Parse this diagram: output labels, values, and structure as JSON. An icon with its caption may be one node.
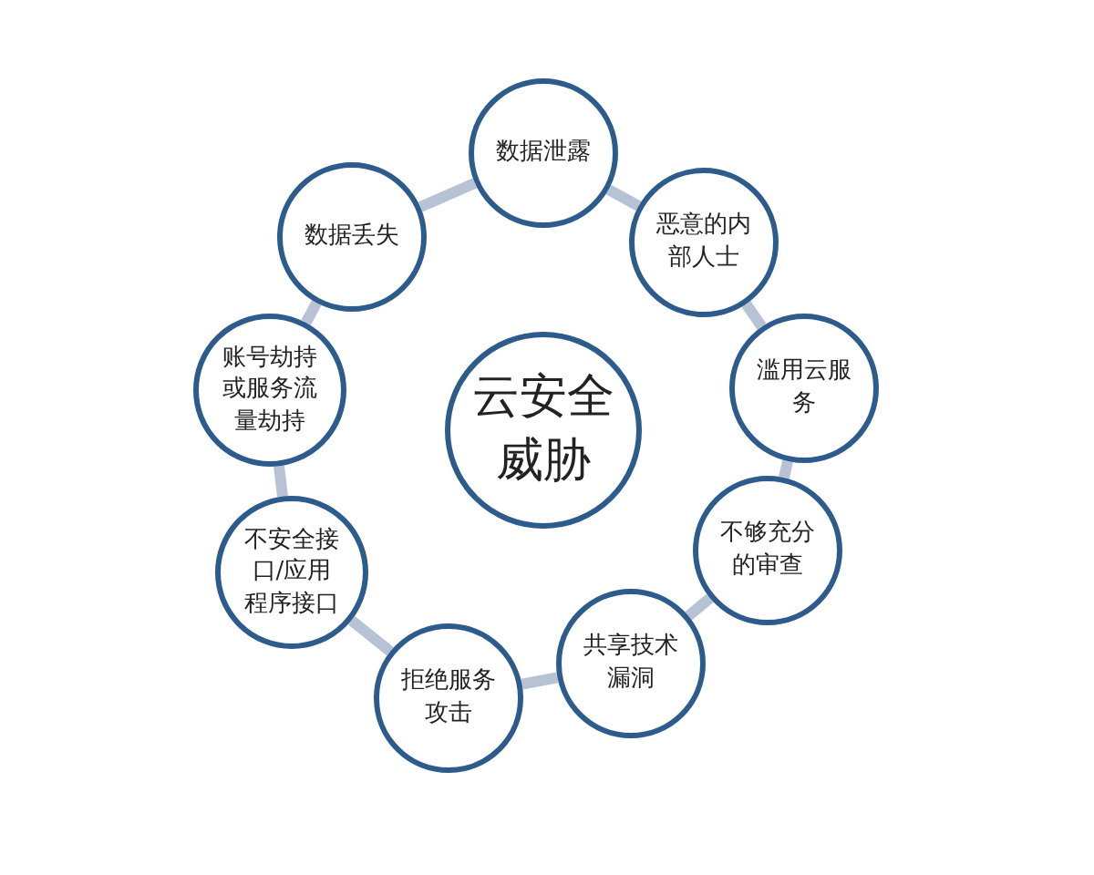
{
  "diagram": {
    "nodes": [
      {
        "text": [
          "云安全威胁"
        ]
      },
      {
        "text": [
          "数据泄露"
        ]
      },
      {
        "text": [
          "恶意的内部人士"
        ]
      },
      {
        "text": [
          "滥用云服务"
        ]
      },
      {
        "text": [
          "不够充分的审查"
        ]
      },
      {
        "text": [
          "共享技术漏洞"
        ]
      },
      {
        "text": [
          "拒绝服务攻击"
        ]
      },
      {
        "text": [
          "不安全接口/应用程序接口"
        ]
      },
      {
        "text": [
          "账号劫持或服务流量劫持"
        ]
      },
      {
        "text": [
          "数据丢失"
        ]
      }
    ],
    "edges": [
      {
        "from": 1,
        "to": 2,
        "arrow": "none"
      },
      {
        "from": 2,
        "to": 3,
        "arrow": "none"
      },
      {
        "from": 3,
        "to": 4,
        "arrow": "none"
      },
      {
        "from": 4,
        "to": 5,
        "arrow": "none"
      },
      {
        "from": 5,
        "to": 6,
        "arrow": "none"
      },
      {
        "from": 6,
        "to": 7,
        "arrow": "none"
      },
      {
        "from": 7,
        "to": 8,
        "arrow": "none"
      },
      {
        "from": 8,
        "to": 9,
        "arrow": "none"
      },
      {
        "from": 9,
        "to": 1,
        "arrow": "none"
      }
    ]
  }
}
